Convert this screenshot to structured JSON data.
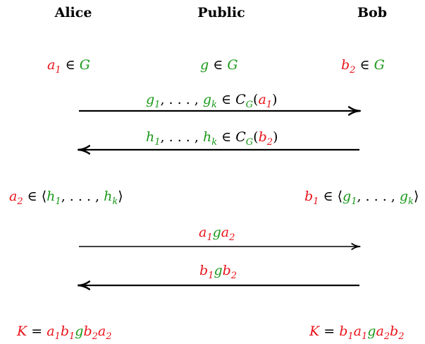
{
  "headers": {
    "alice": "Alice",
    "public": "Public",
    "bob": "Bob"
  },
  "colors": {
    "secret": "#e8121a",
    "public": "#1a9a1a",
    "neutral": "#000000"
  },
  "initial": {
    "alice": "a₁ ∈ G",
    "public": "g ∈ G",
    "bob": "b₂ ∈ G"
  },
  "messages": {
    "m1": "g₁, …, gₖ ∈ C_G(a₁)",
    "m2": "h₁, …, hₖ ∈ C_G(b₂)",
    "m3": "a₁ga₂",
    "m4": "b₁gb₂"
  },
  "choices": {
    "alice": "a₂ ∈ ⟨h₁, …, hₖ⟩",
    "bob": "b₁ ∈ ⟨g₁, …, gₖ⟩"
  },
  "keys": {
    "alice": "K = a₁b₁gb₂a₂",
    "bob": "K = b₁a₁ga₂b₂"
  }
}
